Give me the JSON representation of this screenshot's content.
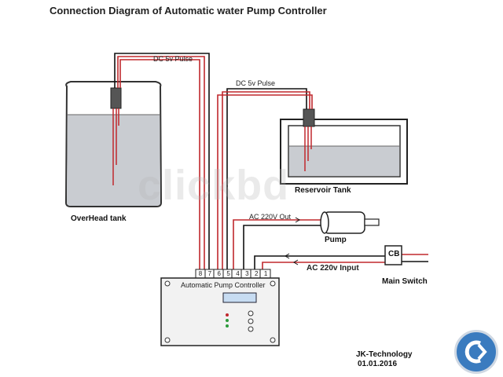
{
  "title": "Connection Diagram of Automatic water Pump Controller",
  "labels": {
    "dc_pulse_1": "DC 5v Pulse",
    "dc_pulse_2": "DC 5v Pulse",
    "overhead_tank": "OverHead tank",
    "reservoir_tank": "Reservoir Tank",
    "ac_out": "AC 220V Out",
    "pump": "Pump",
    "ac_input": "AC 220v Input",
    "cb": "CB",
    "main_switch": "Main Switch",
    "controller": "Automatic Pump Controller",
    "terminals": [
      "8",
      "7",
      "6",
      "5",
      "4",
      "3",
      "2",
      "1"
    ],
    "company": "JK-Technology",
    "date": "01.01.2016"
  },
  "watermark": "clickbd",
  "colors": {
    "wire_black": "#111111",
    "wire_red": "#c0282d",
    "water": "#c9ccd1",
    "tank_outline": "#333333",
    "panel": "#f2f2f2"
  }
}
